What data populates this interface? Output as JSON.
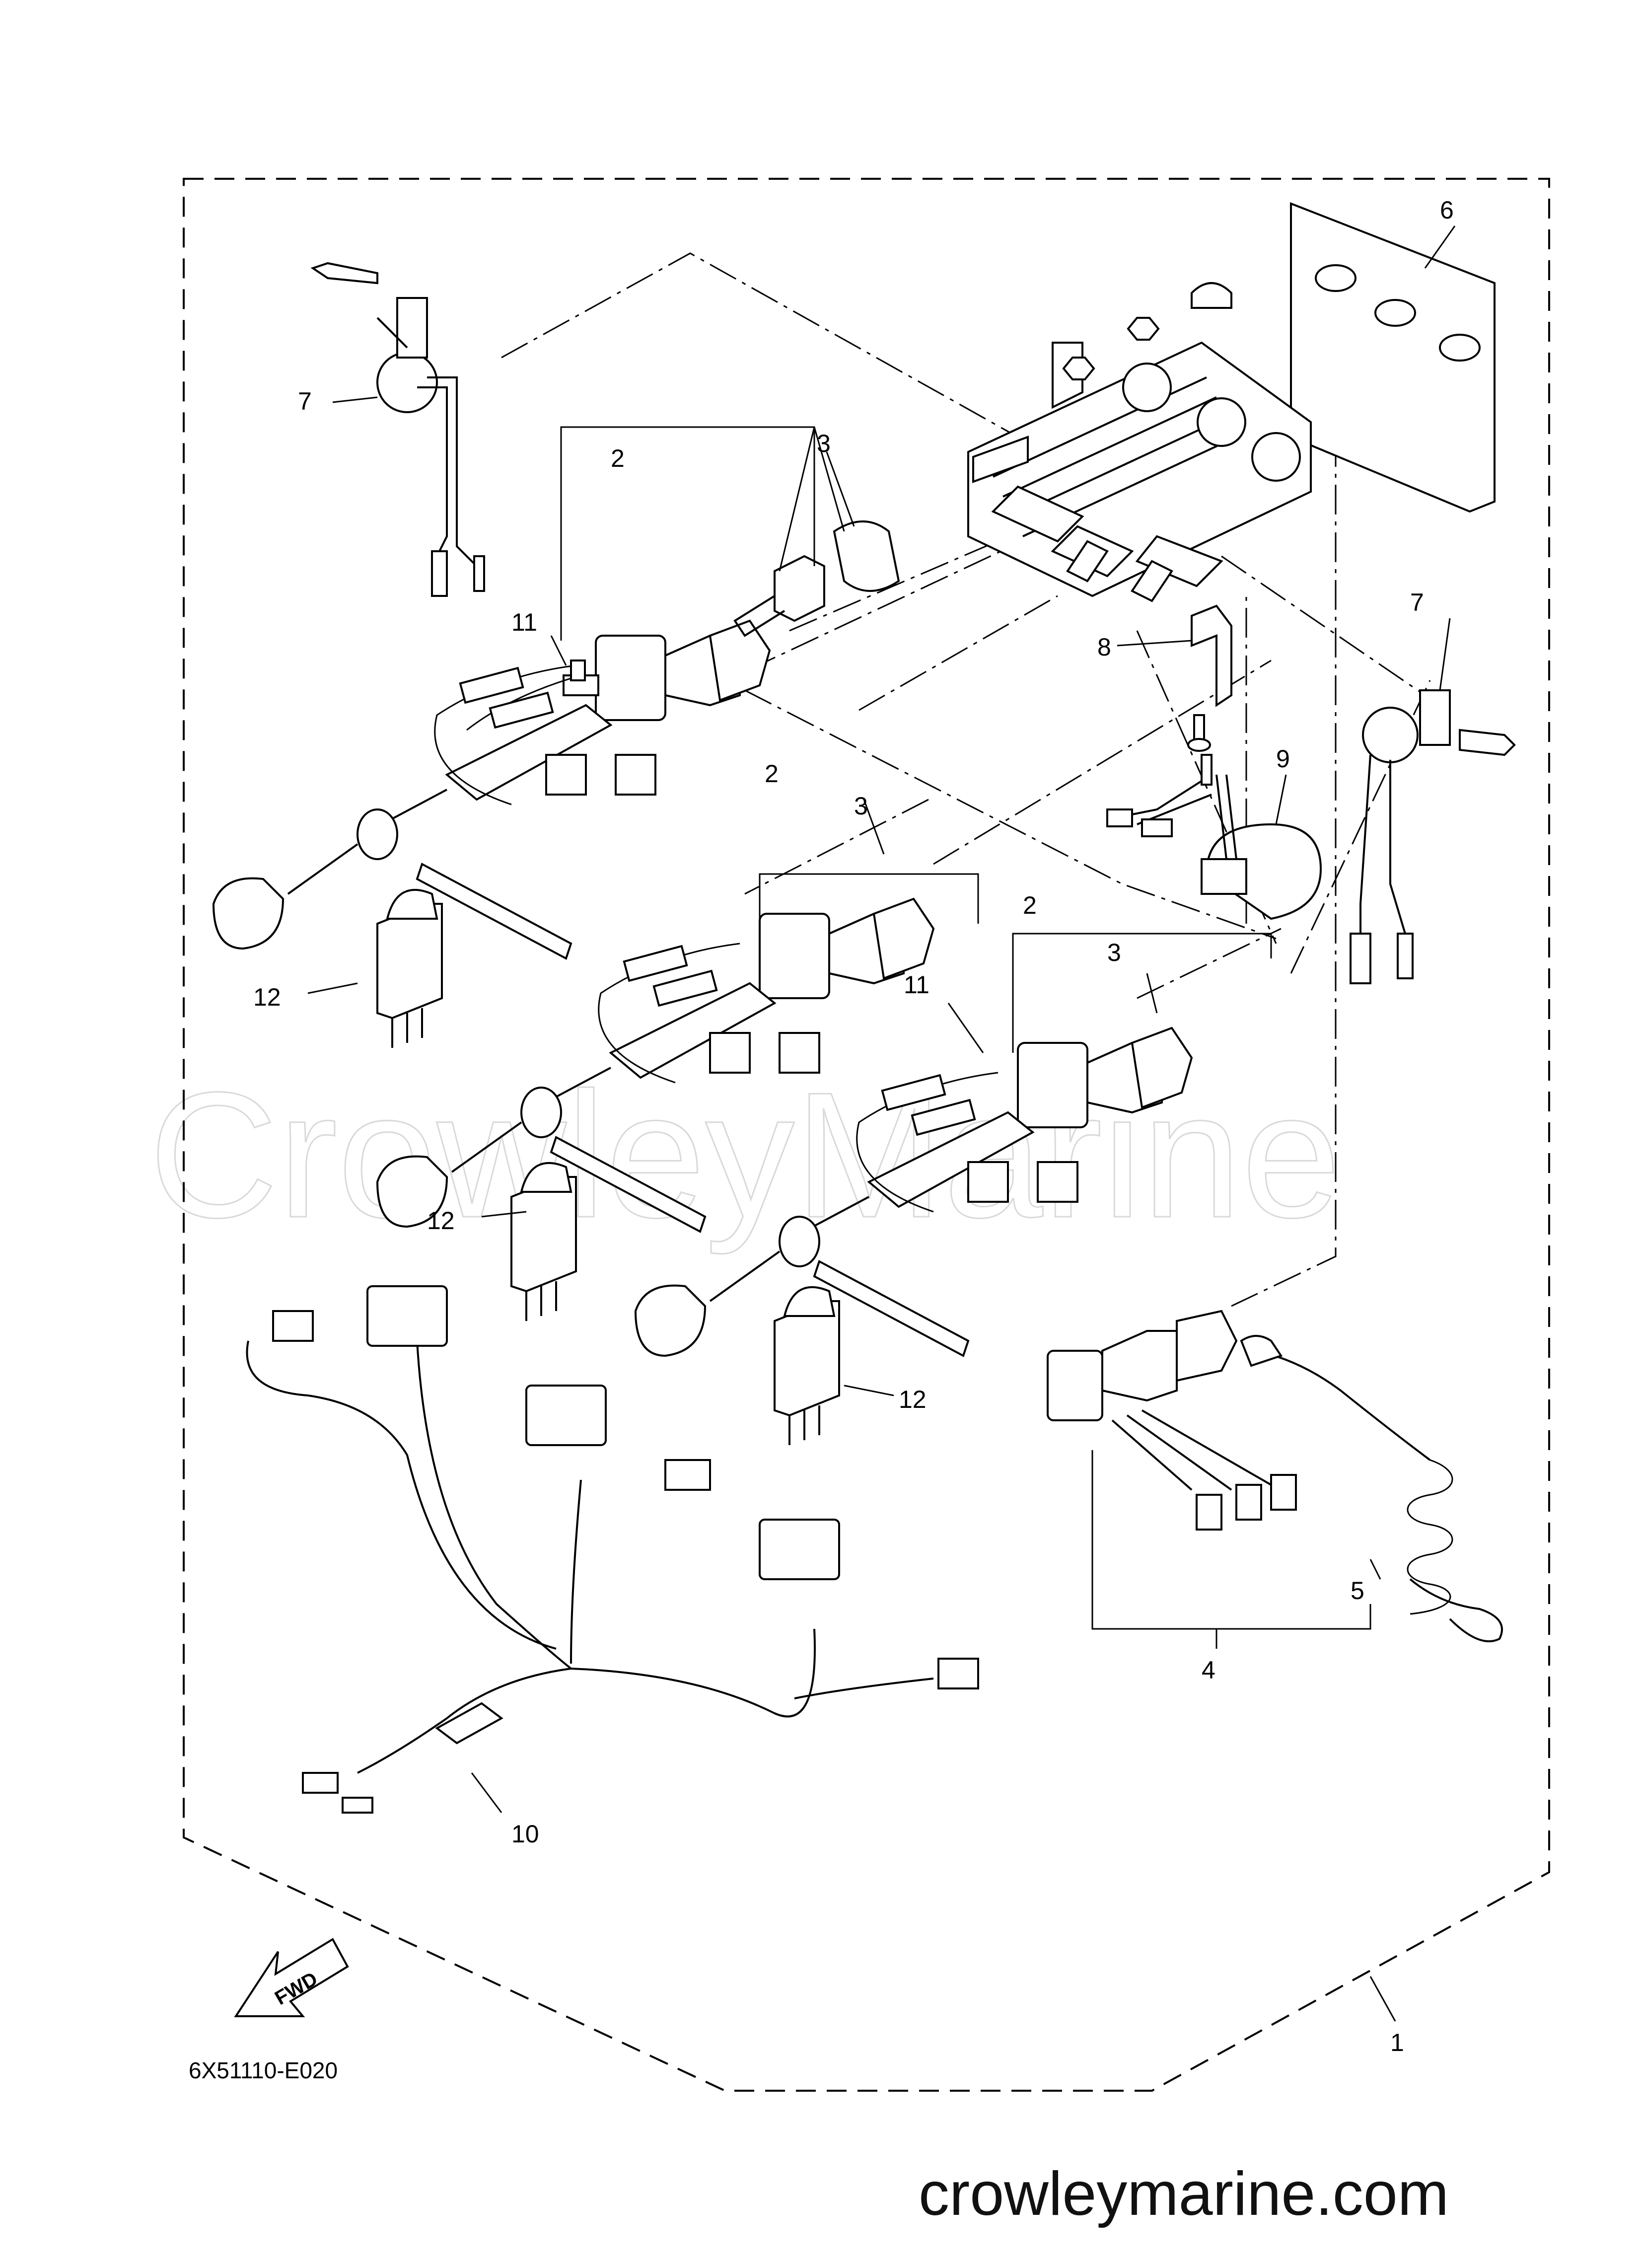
{
  "diagram": {
    "callouts": {
      "c1": "1",
      "c2a": "2",
      "c2b": "2",
      "c2c": "2",
      "c3a": "3",
      "c3b": "3",
      "c3c": "3",
      "c4": "4",
      "c5": "5",
      "c6": "6",
      "c7a": "7",
      "c7b": "7",
      "c8": "8",
      "c9": "9",
      "c10": "10",
      "c11a": "11",
      "c11b": "11",
      "c12a": "12",
      "c12b": "12",
      "c12c": "12"
    },
    "drawing_code": "6X51110-E020",
    "fwd_label": "FWD"
  },
  "watermark": {
    "center_text": "CrowleyMarine",
    "site_text": "crowleymarine.com"
  }
}
